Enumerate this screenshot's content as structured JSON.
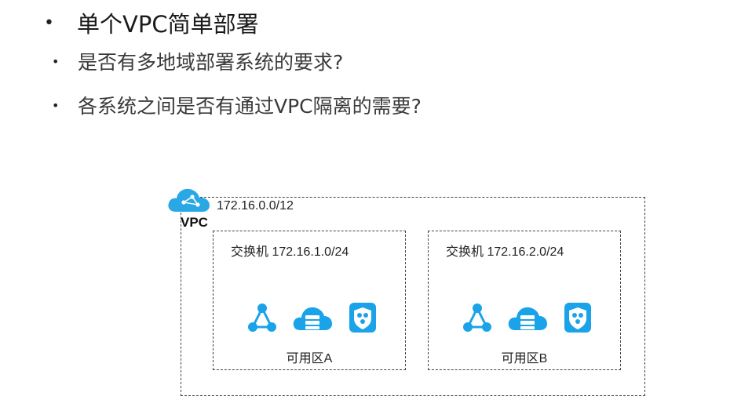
{
  "bullets": [
    {
      "dot": "•",
      "text": "单个VPC简单部署"
    },
    {
      "dot": "•",
      "text": "是否有多地域部署系统的要求?"
    },
    {
      "dot": "•",
      "text": "各系统之间是否有通过VPC隔离的需要?"
    }
  ],
  "diagram": {
    "vpc_label": "VPC",
    "vpc_cidr": "172.16.0.0/12",
    "zones": [
      {
        "switch_label": "交换机 172.16.1.0/24",
        "zone_label": "可用区A",
        "icons": [
          "network-topology-icon",
          "cloud-server-icon",
          "security-shield-icon"
        ]
      },
      {
        "switch_label": "交换机 172.16.2.0/24",
        "zone_label": "可用区B",
        "icons": [
          "network-topology-icon",
          "cloud-server-icon",
          "security-shield-icon"
        ]
      }
    ],
    "colors": {
      "icon_blue": "#1aa3e8",
      "vpc_cloud": "#2aa8e6"
    }
  }
}
